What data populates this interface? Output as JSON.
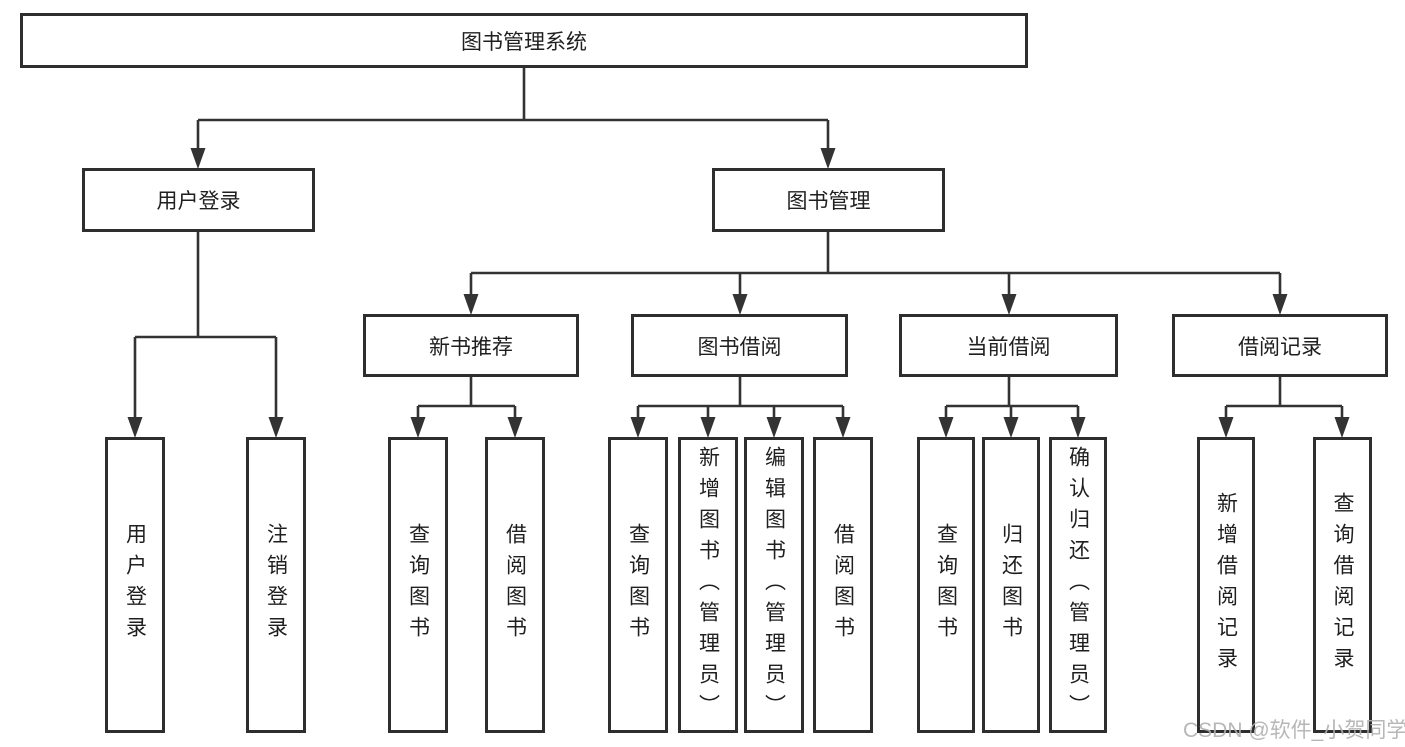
{
  "diagram": {
    "tree": {
      "label": "图书管理系统",
      "children": [
        {
          "label": "用户登录",
          "children": [
            {
              "label": "用户登录"
            },
            {
              "label": "注销登录"
            }
          ]
        },
        {
          "label": "图书管理",
          "children": [
            {
              "label": "新书推荐",
              "children": [
                {
                  "label": "查询图书"
                },
                {
                  "label": "借阅图书"
                }
              ]
            },
            {
              "label": "图书借阅",
              "children": [
                {
                  "label": "查询图书"
                },
                {
                  "label": "新增图书（管理员）"
                },
                {
                  "label": "编辑图书（管理员）"
                },
                {
                  "label": "借阅图书"
                }
              ]
            },
            {
              "label": "当前借阅",
              "children": [
                {
                  "label": "查询图书"
                },
                {
                  "label": "归还图书"
                },
                {
                  "label": "确认归还（管理员）"
                }
              ]
            },
            {
              "label": "借阅记录",
              "children": [
                {
                  "label": "新增借阅记录"
                },
                {
                  "label": "查询借阅记录"
                }
              ]
            }
          ]
        }
      ]
    }
  },
  "watermark": {
    "text": "CSDN @软件_小贺同学"
  },
  "colors": {
    "line": "#333333",
    "box_border": "#2e2e2e",
    "box_fill": "#ffffff",
    "text": "#1f1f1f",
    "watermark": "#b0b0b0"
  }
}
